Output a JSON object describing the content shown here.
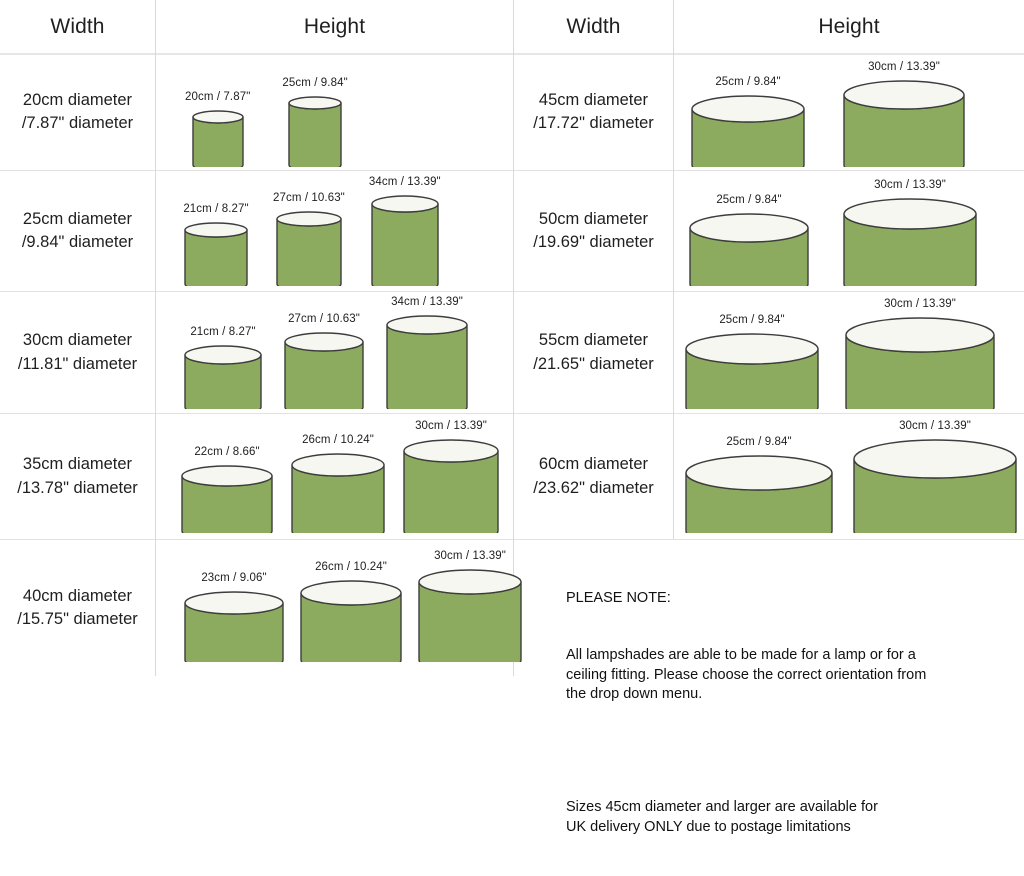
{
  "chart_data": {
    "type": "table",
    "title": "Lampshade size guide",
    "columns": [
      "Width",
      "Height",
      "Width",
      "Height"
    ],
    "note_position": "bottom-right",
    "shade_color": "#8cab5e",
    "outline_color": "#3d3d3d",
    "rim_color": "#f7f7f2",
    "left_rows": [
      {
        "width_cm": "20cm diameter",
        "width_in": "/7.87\" diameter",
        "heights": [
          {
            "label": "20cm / 7.87\"",
            "cm": 20,
            "in": 7.87
          },
          {
            "label": "25cm / 9.84\"",
            "cm": 25,
            "in": 9.84
          }
        ]
      },
      {
        "width_cm": "25cm diameter",
        "width_in": "/9.84\" diameter",
        "heights": [
          {
            "label": "21cm / 8.27\"",
            "cm": 21,
            "in": 8.27
          },
          {
            "label": "27cm / 10.63\"",
            "cm": 27,
            "in": 10.63
          },
          {
            "label": "34cm / 13.39\"",
            "cm": 34,
            "in": 13.39
          }
        ]
      },
      {
        "width_cm": "30cm diameter",
        "width_in": "/11.81\" diameter",
        "heights": [
          {
            "label": "21cm / 8.27\"",
            "cm": 21,
            "in": 8.27
          },
          {
            "label": "27cm / 10.63\"",
            "cm": 27,
            "in": 10.63
          },
          {
            "label": "34cm / 13.39\"",
            "cm": 34,
            "in": 13.39
          }
        ]
      },
      {
        "width_cm": "35cm diameter",
        "width_in": "/13.78\" diameter",
        "heights": [
          {
            "label": "22cm / 8.66\"",
            "cm": 22,
            "in": 8.66
          },
          {
            "label": "26cm / 10.24\"",
            "cm": 26,
            "in": 10.24
          },
          {
            "label": "30cm / 13.39\"",
            "cm": 30,
            "in": 13.39
          }
        ]
      },
      {
        "width_cm": "40cm diameter",
        "width_in": "/15.75\" diameter",
        "heights": [
          {
            "label": "23cm / 9.06\"",
            "cm": 23,
            "in": 9.06
          },
          {
            "label": "26cm / 10.24\"",
            "cm": 26,
            "in": 10.24
          },
          {
            "label": "30cm / 13.39\"",
            "cm": 30,
            "in": 13.39
          }
        ]
      }
    ],
    "right_rows": [
      {
        "width_cm": "45cm diameter",
        "width_in": "/17.72\" diameter",
        "heights": [
          {
            "label": "25cm / 9.84\"",
            "cm": 25,
            "in": 9.84
          },
          {
            "label": "30cm / 13.39\"",
            "cm": 30,
            "in": 13.39
          }
        ]
      },
      {
        "width_cm": "50cm diameter",
        "width_in": "/19.69\" diameter",
        "heights": [
          {
            "label": "25cm / 9.84\"",
            "cm": 25,
            "in": 9.84
          },
          {
            "label": "30cm / 13.39\"",
            "cm": 30,
            "in": 13.39
          }
        ]
      },
      {
        "width_cm": "55cm diameter",
        "width_in": "/21.65\" diameter",
        "heights": [
          {
            "label": "25cm / 9.84\"",
            "cm": 25,
            "in": 9.84
          },
          {
            "label": "30cm / 13.39\"",
            "cm": 30,
            "in": 13.39
          }
        ]
      },
      {
        "width_cm": "60cm diameter",
        "width_in": "/23.62\" diameter",
        "heights": [
          {
            "label": "25cm / 9.84\"",
            "cm": 25,
            "in": 9.84
          },
          {
            "label": "30cm / 13.39\"",
            "cm": 30,
            "in": 13.39
          }
        ]
      }
    ]
  },
  "header": {
    "col1": "Width",
    "col2": "Height",
    "col3": "Width",
    "col4": "Height"
  },
  "note": {
    "title": "PLEASE NOTE:",
    "paragraph1": "All lampshades are able to be made for a lamp or for a\nceiling fitting. Please choose the correct orientation from\nthe drop down menu.",
    "paragraph2": "Sizes 45cm diameter and larger are available for\nUK delivery ONLY due to postage limitations"
  }
}
